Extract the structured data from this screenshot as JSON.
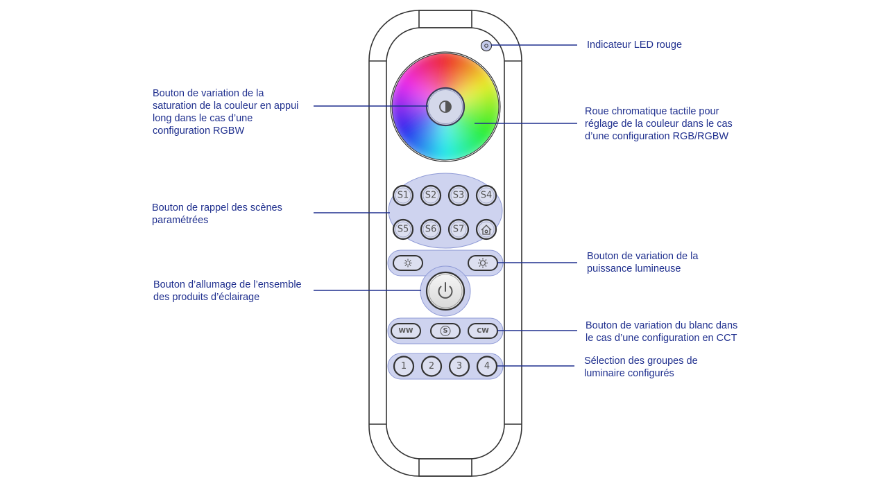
{
  "labels": {
    "led": "Indicateur LED rouge",
    "saturation": "Bouton de variation de la\nsaturation de la couleur en appui\nlong dans le cas d’une\nconfiguration RGBW",
    "wheel": "Roue chromatique tactile pour\nréglage de la couleur dans le cas\nd’une configuration RGB/RGBW",
    "scenes": "Bouton de rappel des scènes\nparamétrées",
    "brightness": "Bouton de variation de la\npuissance lumineuse",
    "power": "Bouton d’allumage de l’ensemble\ndes produits d’éclairage",
    "white": "Bouton de variation du blanc dans\nle cas d’une configuration en CCT",
    "groups": "Sélection des groupes de\nluminaire configurés"
  },
  "buttons": {
    "scenes": [
      "S1",
      "S2",
      "S3",
      "S4",
      "S5",
      "S6",
      "S7"
    ],
    "white": [
      "WW",
      "S",
      "CW"
    ],
    "groups": [
      "1",
      "2",
      "3",
      "4"
    ]
  },
  "icons": {
    "led": "led-dot-icon",
    "saturation": "half-circle-icon",
    "home": "home-icon",
    "brightness": "sun-icon",
    "power": "power-icon"
  },
  "colors": {
    "label_text": "#1f2f8e",
    "leader_line": "#1f2f8e",
    "highlight_fill": "#c5cbec",
    "highlight_stroke": "#8f9ad6",
    "remote_outline": "#333333"
  }
}
